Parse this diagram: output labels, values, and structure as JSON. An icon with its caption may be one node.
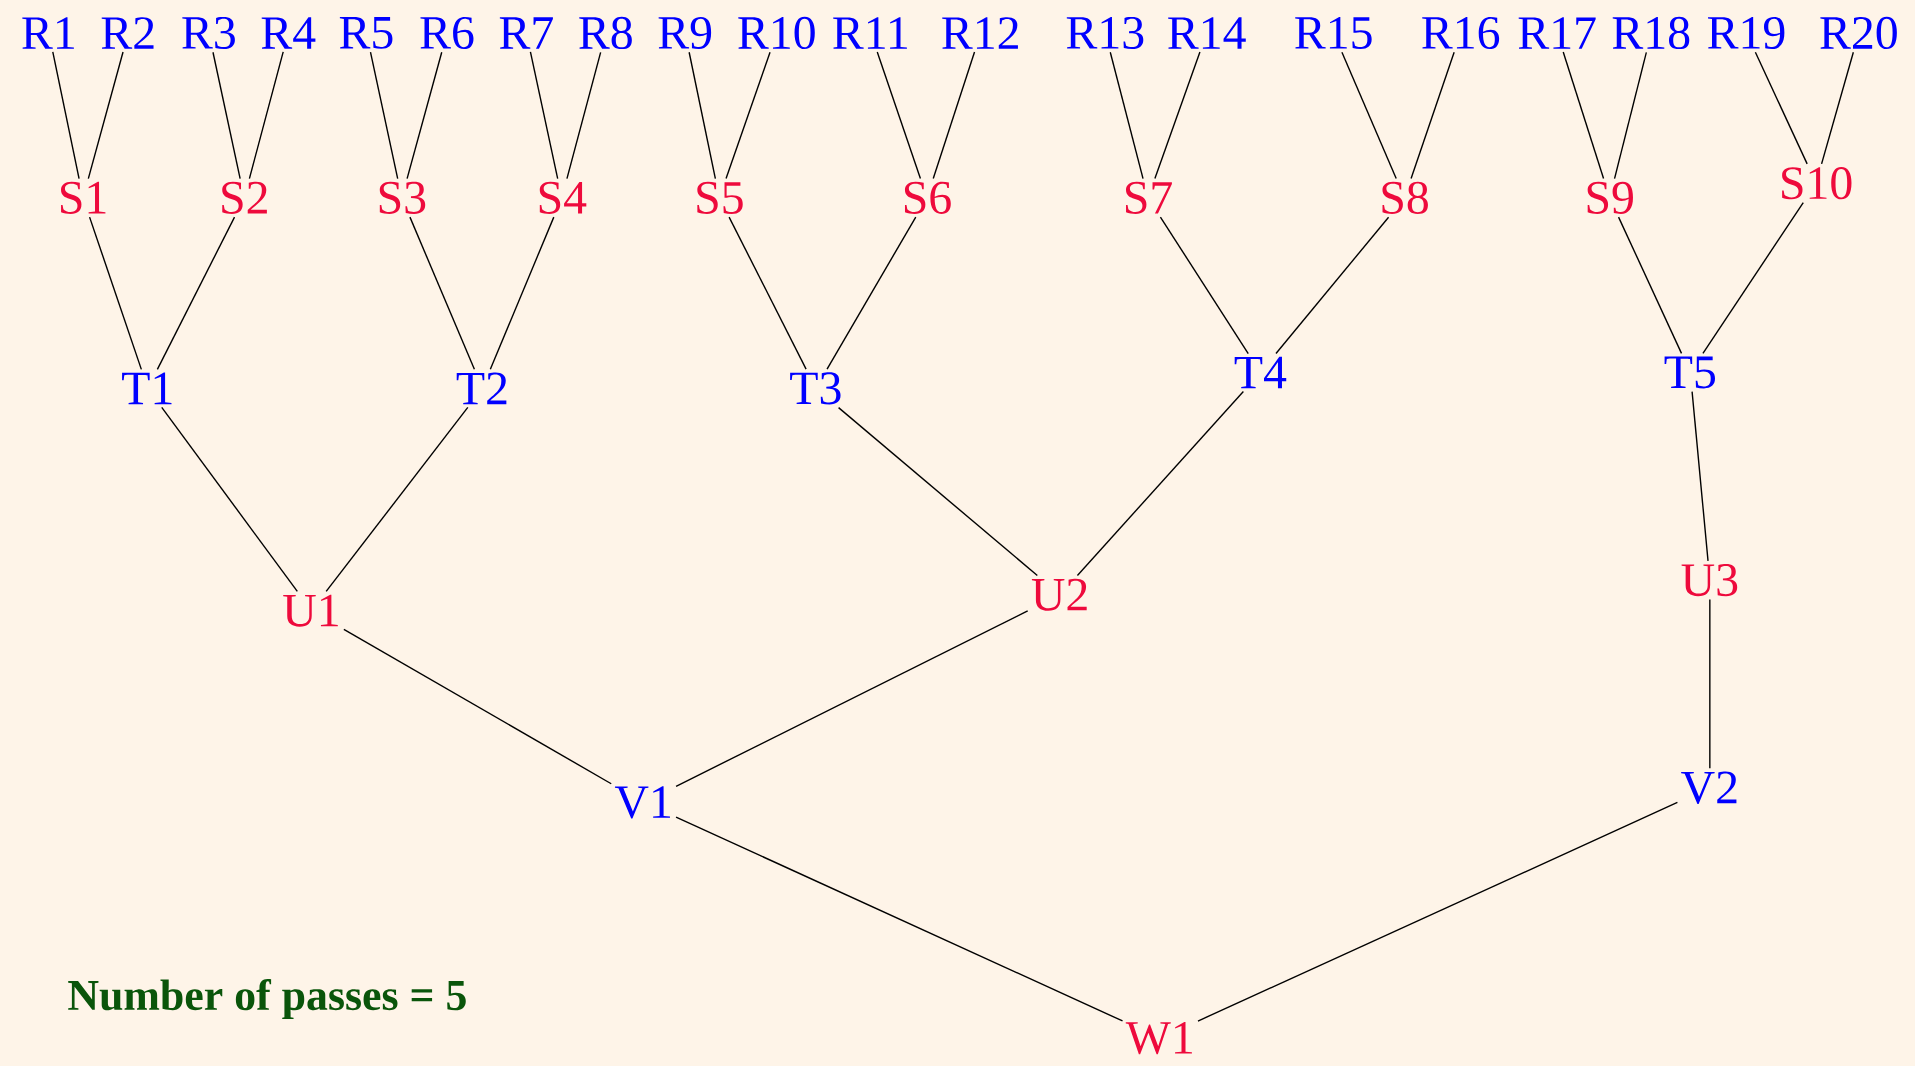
{
  "diagram": {
    "nodes": [
      {
        "text": [
          "R1"
        ]
      },
      {
        "text": [
          "R2"
        ]
      },
      {
        "text": [
          "R3"
        ]
      },
      {
        "text": [
          "R4"
        ]
      },
      {
        "text": [
          "R5"
        ]
      },
      {
        "text": [
          "R6"
        ]
      },
      {
        "text": [
          "R7"
        ]
      },
      {
        "text": [
          "R8"
        ]
      },
      {
        "text": [
          "R9"
        ]
      },
      {
        "text": [
          "R10"
        ]
      },
      {
        "text": [
          "R11"
        ]
      },
      {
        "text": [
          "R12"
        ]
      },
      {
        "text": [
          "R13"
        ]
      },
      {
        "text": [
          "R14"
        ]
      },
      {
        "text": [
          "R15"
        ]
      },
      {
        "text": [
          "R16"
        ]
      },
      {
        "text": [
          "R17"
        ]
      },
      {
        "text": [
          "R18"
        ]
      },
      {
        "text": [
          "R19"
        ]
      },
      {
        "text": [
          "R20"
        ]
      },
      {
        "text": [
          "S1"
        ]
      },
      {
        "text": [
          "S2"
        ]
      },
      {
        "text": [
          "S3"
        ]
      },
      {
        "text": [
          "S4"
        ]
      },
      {
        "text": [
          "S5"
        ]
      },
      {
        "text": [
          "S6"
        ]
      },
      {
        "text": [
          "S7"
        ]
      },
      {
        "text": [
          "S8"
        ]
      },
      {
        "text": [
          "S9"
        ]
      },
      {
        "text": [
          "S10"
        ]
      },
      {
        "text": [
          "T1"
        ]
      },
      {
        "text": [
          "T2"
        ]
      },
      {
        "text": [
          "T3"
        ]
      },
      {
        "text": [
          "T4"
        ]
      },
      {
        "text": [
          "T5"
        ]
      },
      {
        "text": [
          "U1"
        ]
      },
      {
        "text": [
          "U2"
        ]
      },
      {
        "text": [
          "U3"
        ]
      },
      {
        "text": [
          "V1"
        ]
      },
      {
        "text": [
          "V2"
        ]
      },
      {
        "text": [
          "W1"
        ]
      }
    ],
    "edges": [
      {
        "from": 0,
        "to": 20,
        "arrow": "none"
      },
      {
        "from": 1,
        "to": 20,
        "arrow": "none"
      },
      {
        "from": 2,
        "to": 21,
        "arrow": "none"
      },
      {
        "from": 3,
        "to": 21,
        "arrow": "none"
      },
      {
        "from": 4,
        "to": 22,
        "arrow": "none"
      },
      {
        "from": 5,
        "to": 22,
        "arrow": "none"
      },
      {
        "from": 6,
        "to": 23,
        "arrow": "none"
      },
      {
        "from": 7,
        "to": 23,
        "arrow": "none"
      },
      {
        "from": 8,
        "to": 24,
        "arrow": "none"
      },
      {
        "from": 9,
        "to": 24,
        "arrow": "none"
      },
      {
        "from": 10,
        "to": 25,
        "arrow": "none"
      },
      {
        "from": 11,
        "to": 25,
        "arrow": "none"
      },
      {
        "from": 12,
        "to": 26,
        "arrow": "none"
      },
      {
        "from": 13,
        "to": 26,
        "arrow": "none"
      },
      {
        "from": 14,
        "to": 27,
        "arrow": "none"
      },
      {
        "from": 15,
        "to": 27,
        "arrow": "none"
      },
      {
        "from": 16,
        "to": 28,
        "arrow": "none"
      },
      {
        "from": 17,
        "to": 28,
        "arrow": "none"
      },
      {
        "from": 18,
        "to": 29,
        "arrow": "none"
      },
      {
        "from": 19,
        "to": 29,
        "arrow": "none"
      },
      {
        "from": 20,
        "to": 30,
        "arrow": "none"
      },
      {
        "from": 21,
        "to": 30,
        "arrow": "none"
      },
      {
        "from": 22,
        "to": 31,
        "arrow": "none"
      },
      {
        "from": 23,
        "to": 31,
        "arrow": "none"
      },
      {
        "from": 24,
        "to": 32,
        "arrow": "none"
      },
      {
        "from": 25,
        "to": 32,
        "arrow": "none"
      },
      {
        "from": 26,
        "to": 33,
        "arrow": "none"
      },
      {
        "from": 27,
        "to": 33,
        "arrow": "none"
      },
      {
        "from": 28,
        "to": 34,
        "arrow": "none"
      },
      {
        "from": 29,
        "to": 34,
        "arrow": "none"
      },
      {
        "from": 30,
        "to": 35,
        "arrow": "none"
      },
      {
        "from": 31,
        "to": 35,
        "arrow": "none"
      },
      {
        "from": 32,
        "to": 36,
        "arrow": "none"
      },
      {
        "from": 33,
        "to": 36,
        "arrow": "none"
      },
      {
        "from": 34,
        "to": 37,
        "arrow": "none"
      },
      {
        "from": 35,
        "to": 38,
        "arrow": "none"
      },
      {
        "from": 36,
        "to": 38,
        "arrow": "none"
      },
      {
        "from": 37,
        "to": 39,
        "arrow": "none"
      },
      {
        "from": 38,
        "to": 40,
        "arrow": "none"
      },
      {
        "from": 39,
        "to": 40,
        "arrow": "none"
      }
    ],
    "labels": [
      "Number of passes = 5"
    ]
  }
}
